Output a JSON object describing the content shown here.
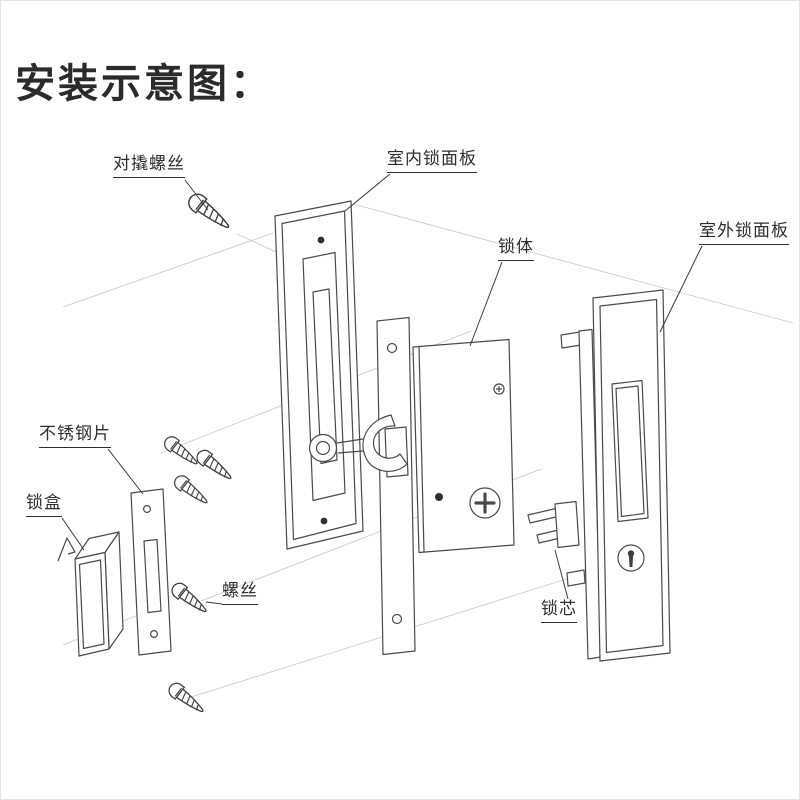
{
  "title": "安装示意图：",
  "labels": {
    "anti_pry_screw": "对撬螺丝",
    "indoor_panel": "室内锁面板",
    "lock_body": "锁体",
    "outdoor_panel": "室外锁面板",
    "steel_plate": "不锈钢片",
    "lock_box": "锁盒",
    "screw": "螺丝",
    "lock_cylinder": "锁芯"
  },
  "colors": {
    "background": "#ffffff",
    "part_line": "#4a4a4a",
    "guide_line": "#c8c8c8",
    "leader_line": "#3a3a3a",
    "label_text": "#2e2e2e"
  }
}
